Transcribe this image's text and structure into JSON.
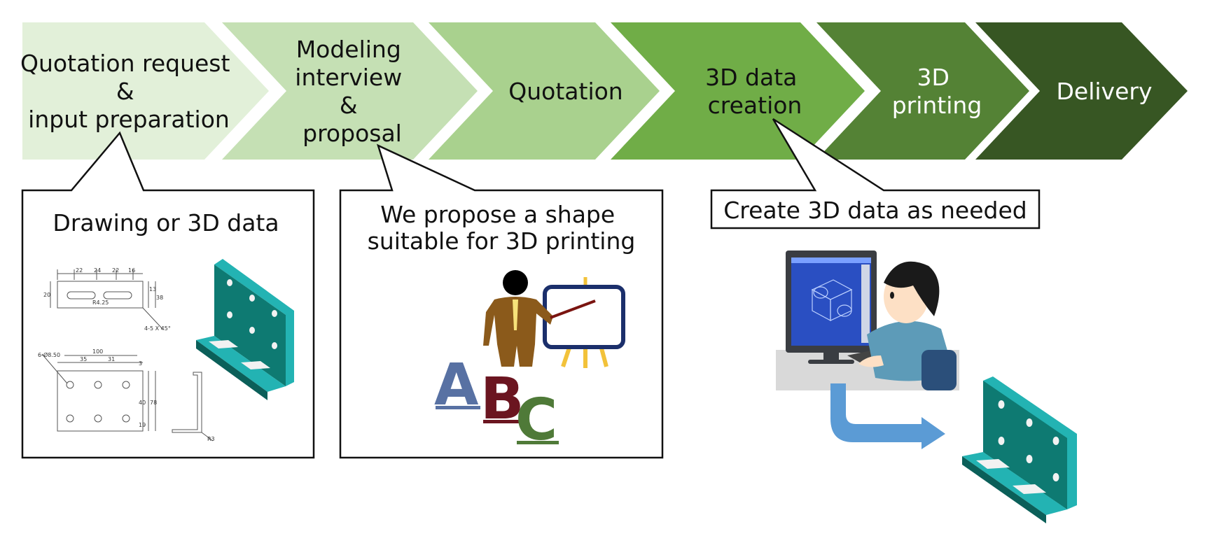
{
  "steps": [
    {
      "lines": [
        "Quotation request",
        "&",
        "input preparation"
      ],
      "fill": "#e2f0d9",
      "text_color": "#111111"
    },
    {
      "lines": [
        "Modeling",
        "interview",
        "&",
        "proposal"
      ],
      "fill": "#c5e0b4",
      "text_color": "#111111"
    },
    {
      "lines": [
        "Quotation"
      ],
      "fill": "#a9d18e",
      "text_color": "#111111"
    },
    {
      "lines": [
        "3D data",
        "creation"
      ],
      "fill": "#70ad47",
      "text_color": "#111111"
    },
    {
      "lines": [
        "3D",
        "printing"
      ],
      "fill": "#548235",
      "text_color": "#ffffff"
    },
    {
      "lines": [
        "Delivery"
      ],
      "fill": "#375623",
      "text_color": "#ffffff"
    }
  ],
  "callouts": {
    "drawing": {
      "title": "Drawing or 3D data"
    },
    "proposal": {
      "line1": "We propose a shape",
      "line2": "suitable for 3D printing"
    },
    "creation": {
      "title": "Create 3D data as needed"
    }
  },
  "drawing_dims": {
    "top": [
      "22",
      "24",
      "22",
      "16"
    ],
    "left": "20",
    "right": [
      "13",
      "38"
    ],
    "slot": "R4.25",
    "chamfer": "4-5 X 45°",
    "holes": "6-Ø8.50",
    "width": "100",
    "spacing": [
      "35",
      "31"
    ],
    "side": [
      "3",
      "40",
      "78",
      "19"
    ],
    "radius": "R3"
  },
  "abc_letters": [
    "A",
    "B",
    "C"
  ],
  "colors": {
    "teal_face": "#0e7a72",
    "teal_light": "#23b3b3",
    "arrow_blue": "#5b9bd5",
    "outline": "#111111"
  }
}
